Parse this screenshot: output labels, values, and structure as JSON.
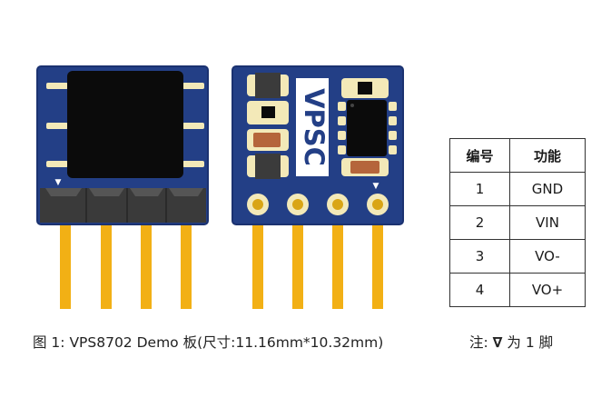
{
  "figure": {
    "caption": "图 1: VPS8702 Demo 板(尺寸:11.16mm*10.32mm)",
    "logo_text": "VPSC",
    "pin1_marker": "▼",
    "note": {
      "prefix": "注: ",
      "symbol": "∇",
      "suffix": " 为 1 脚"
    }
  },
  "pin_table": {
    "headers": [
      "编号",
      "功能"
    ],
    "rows": [
      {
        "number": "1",
        "function": "GND"
      },
      {
        "number": "2",
        "function": "VIN"
      },
      {
        "number": "3",
        "function": "VO-"
      },
      {
        "number": "4",
        "function": "VO+"
      }
    ]
  },
  "colors": {
    "pcb": "#233f86",
    "pcb_edge": "#1b3270",
    "gold": "#f2b015",
    "pad": "#f3e9b8",
    "chip": "#0b0b0b",
    "header_block": "#3a3a3a"
  }
}
